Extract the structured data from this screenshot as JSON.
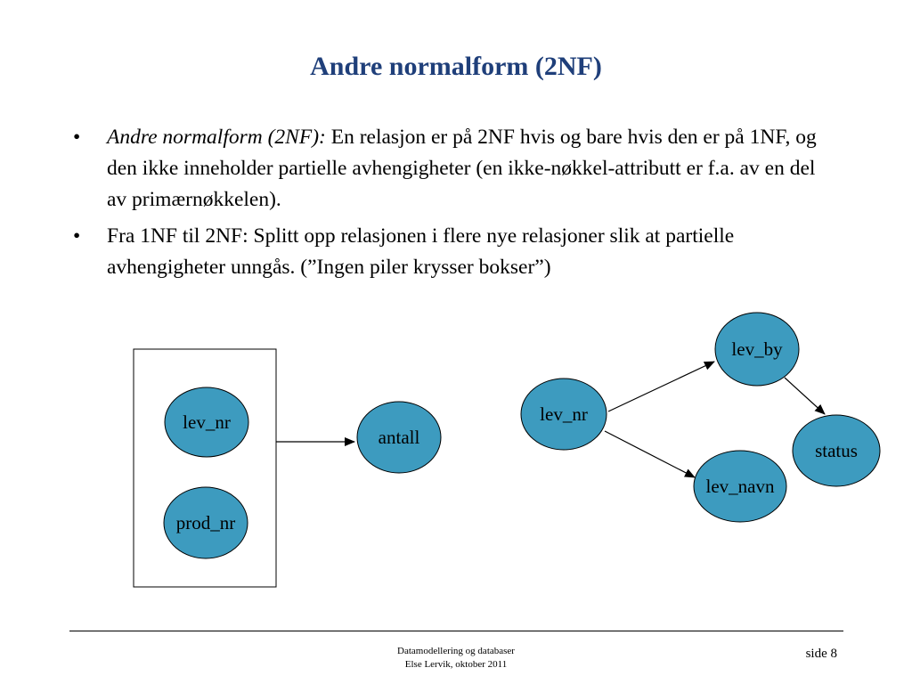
{
  "slide": {
    "title": "Andre normalform (2NF)",
    "bullets": [
      {
        "marker": "•",
        "lead": "Andre normalform (2NF):",
        "text": " En relasjon er på 2NF hvis og bare hvis den er på 1NF, og den ikke inneholder partielle avhengigheter (en ikke-nøkkel-attributt er f.a. av en del av primærnøkkelen)."
      },
      {
        "marker": "•",
        "text": "Fra 1NF til 2NF: Splitt opp relasjonen i flere nye relasjoner slik at partielle avhengigheter unngås. (”Ingen piler krysser bokser”)"
      }
    ]
  },
  "diagram_left": {
    "nodes": {
      "lev_nr": "lev_nr",
      "prod_nr": "prod_nr",
      "antall": "antall"
    }
  },
  "diagram_right": {
    "nodes": {
      "lev_nr": "lev_nr",
      "lev_by": "lev_by",
      "status": "status",
      "lev_navn": "lev_navn"
    }
  },
  "colors": {
    "title": "#1f3f7a",
    "node_fill": "#3d9bbf",
    "stroke": "#000000"
  },
  "footer": {
    "line1": "Datamodellering og databaser",
    "line2": "Else Lervik, oktober 2011",
    "page": "side 8"
  }
}
